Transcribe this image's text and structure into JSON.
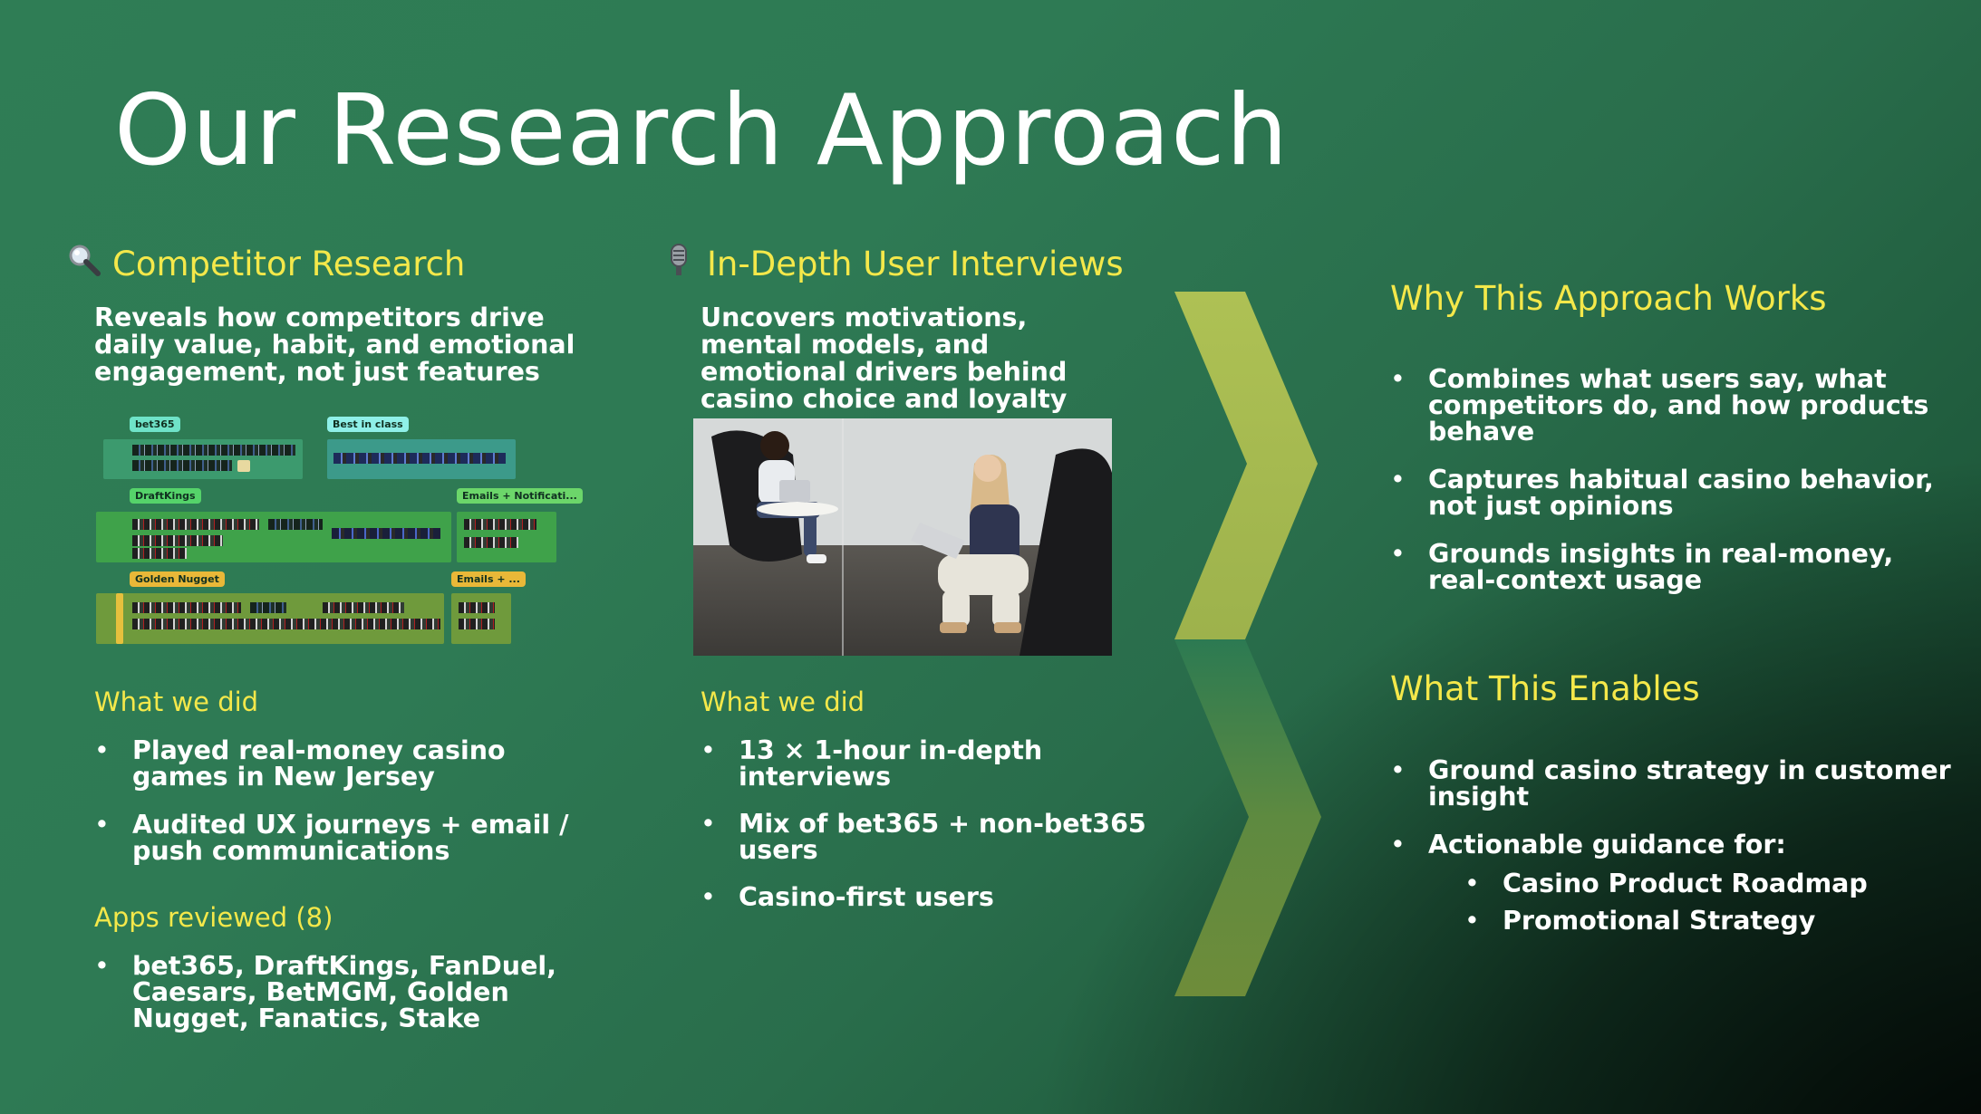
{
  "slide": {
    "title": "Our Research Approach"
  },
  "competitor": {
    "icon": "magnifier-icon",
    "heading": "Competitor Research",
    "description": "Reveals how competitors drive daily value, habit, and emotional engagement, not just features",
    "collage_tags": [
      "bet365",
      "Best in class",
      "DraftKings",
      "Emails + Notificati...",
      "Golden Nugget",
      "Emails + ..."
    ],
    "what_heading": "What we did",
    "what_items": [
      "Played real-money casino games in New Jersey",
      "Audited UX journeys + email / push communications"
    ],
    "apps_heading": "Apps reviewed (8)",
    "apps_items": [
      "bet365, DraftKings, FanDuel, Caesars, BetMGM, Golden Nugget, Fanatics, Stake"
    ]
  },
  "interviews": {
    "icon": "microphone-icon",
    "heading": "In-Depth User Interviews",
    "description": "Uncovers motivations, mental models, and emotional drivers behind casino choice and loyalty",
    "what_heading": "What we did",
    "what_items": [
      "13 × 1-hour in-depth interviews",
      "Mix of bet365 + non-bet365 users",
      "Casino-first users"
    ]
  },
  "why": {
    "heading": "Why This Approach Works",
    "items": [
      "Combines what users say, what competitors do, and how products behave",
      "Captures habitual casino behavior, not just opinions",
      "Grounds insights in real-money, real-context usage"
    ]
  },
  "enables": {
    "heading": "What This Enables",
    "items": [
      "Ground casino strategy in customer insight",
      "Actionable guidance for:"
    ],
    "sub_items": [
      "Casino Product Roadmap",
      "Promotional Strategy"
    ]
  },
  "colors": {
    "accent_yellow": "#f4e84a",
    "chevron_light": "#a9bc52",
    "background_green": "#2f7d55"
  }
}
